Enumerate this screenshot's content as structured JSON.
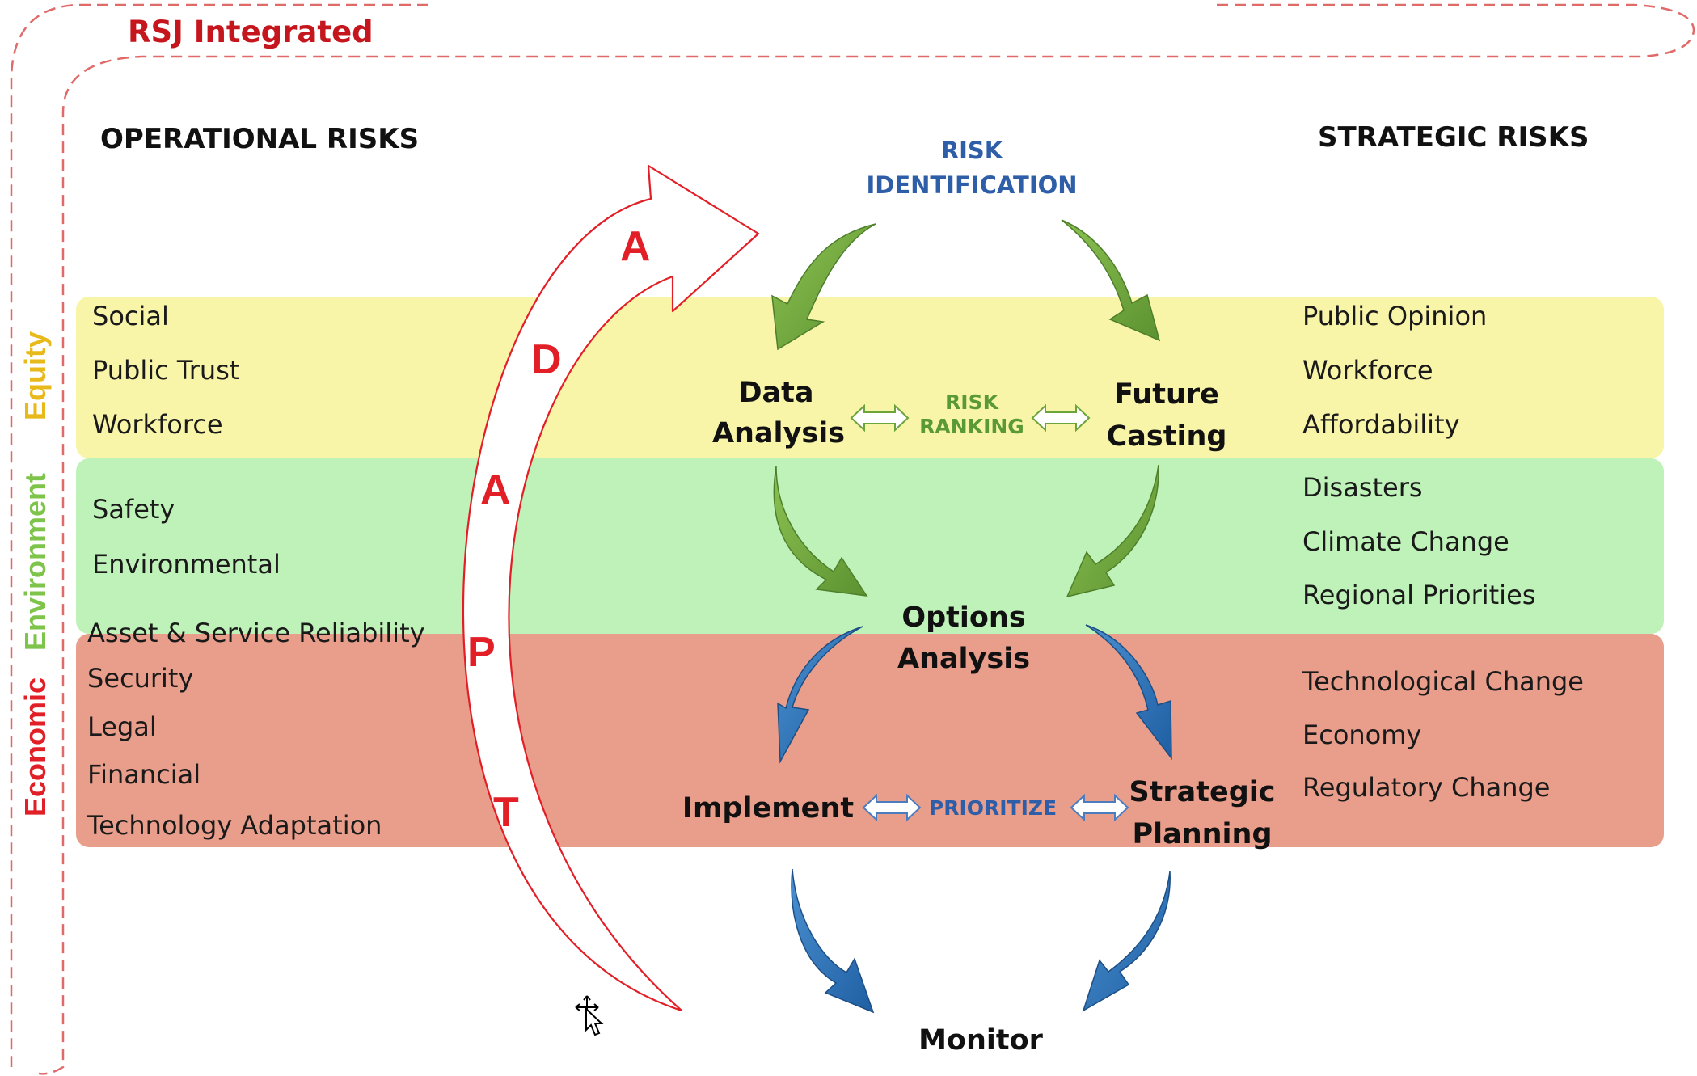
{
  "title": "RSJ Integrated",
  "operational": {
    "heading": "OPERATIONAL RISKS",
    "equity_items": [
      "Social",
      "Public Trust",
      "Workforce"
    ],
    "environment_items": [
      "Safety",
      "Environmental"
    ],
    "economic_items": [
      "Asset & Service Reliability",
      "Security",
      "Legal",
      "Financial",
      "Technology Adaptation"
    ]
  },
  "strategic": {
    "heading": "STRATEGIC RISKS",
    "equity_items": [
      "Public Opinion",
      "Workforce",
      "Affordability"
    ],
    "environment_items": [
      "Disasters",
      "Climate Change",
      "Regional Priorities"
    ],
    "economic_items": [
      "Technological Change",
      "Economy",
      "Regulatory Change"
    ]
  },
  "bands": {
    "equity": "Equity",
    "environment": "Environment",
    "economic": "Economic"
  },
  "process": {
    "risk_identification": [
      "RISK",
      "IDENTIFICATION"
    ],
    "data_analysis": [
      "Data",
      "Analysis"
    ],
    "risk_ranking": [
      "RISK",
      "RANKING"
    ],
    "future_casting": [
      "Future",
      "Casting"
    ],
    "options_analysis": [
      "Options",
      "Analysis"
    ],
    "implement": "Implement",
    "prioritize": "PRIORITIZE",
    "strategic_planning": [
      "Strategic",
      "Planning"
    ],
    "monitor": "Monitor"
  },
  "adapt_letters": [
    "A",
    "D",
    "A",
    "P",
    "T"
  ],
  "colors": {
    "equity_band": "#f8f4a8",
    "environment_band": "#bff2b8",
    "economic_band": "#e99e8b",
    "title_red": "#c5161d",
    "equity_text": "#e8b91b",
    "environment_text": "#7ec44b",
    "economic_text": "#e11f26",
    "blue_label": "#2f5ea8",
    "green_label": "#5a9a35",
    "green_arrow": "#6aa43a",
    "blue_arrow": "#2e73b8",
    "adapt_red": "#e21f26"
  }
}
